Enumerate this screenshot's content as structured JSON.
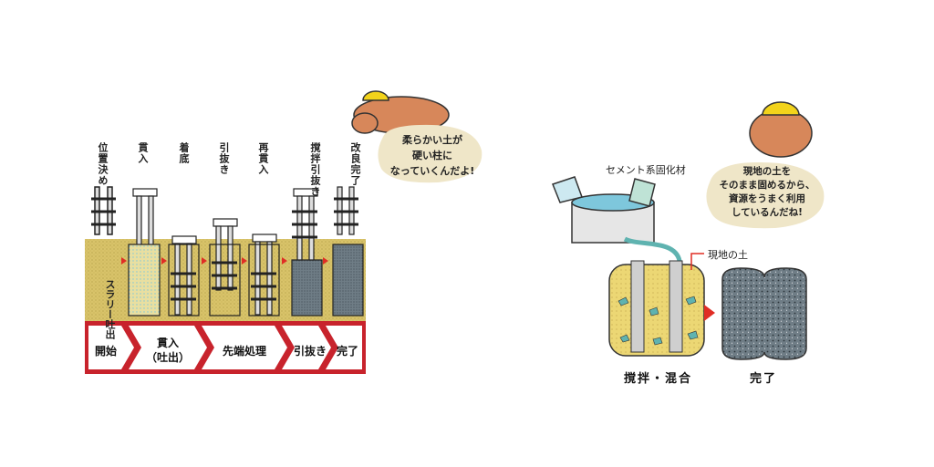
{
  "left_panel": {
    "steps_top": [
      {
        "label": "位置決め"
      },
      {
        "label": "貫入"
      },
      {
        "label": "着底"
      },
      {
        "label": "引抜き"
      },
      {
        "label": "再貫入"
      },
      {
        "label": "撹拌引抜き"
      },
      {
        "label": "改良完了"
      }
    ],
    "slurry_label": "スラリー吐出",
    "arrow_steps": [
      {
        "label": "開始"
      },
      {
        "label": "貫入",
        "sub": "（吐出）"
      },
      {
        "label": "先端処理"
      },
      {
        "label": "引抜き"
      },
      {
        "label": "完了"
      }
    ],
    "mole_bubble": [
      "柔らかい土が",
      "硬い柱に",
      "なっていくんだよ!"
    ]
  },
  "right_panel": {
    "cement_label": "セメント系固化材",
    "soil_label": "現地の土",
    "mix_label": "撹拌・混合",
    "done_label": "完了",
    "mole_bubble": [
      "現地の土を",
      "そのまま固めるから、",
      "資源をうまく利用",
      "しているんだね!"
    ]
  },
  "colors": {
    "soil": "#d8c36a",
    "soil_dark": "#b09a3e",
    "column": "#6f7d86",
    "arrow_bar_red": "#c8232c",
    "accent": "#e02d24",
    "bubble": "#efe6c8",
    "mole": "#d7875a",
    "helmet": "#f2d31b",
    "water": "#7ec7dc"
  }
}
